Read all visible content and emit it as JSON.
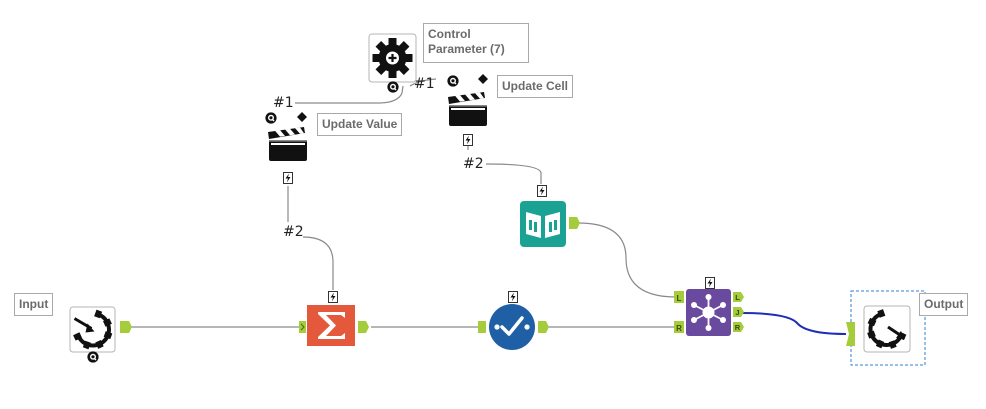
{
  "canvas": {
    "background": "#ffffff",
    "connection_color": "#8a8a8a",
    "selected_connection_color": "#1e2fb4",
    "anchor_color": "#a4cc3b"
  },
  "tools": {
    "input": {
      "label": "Input",
      "icon": "macro-input-icon",
      "badge": "Q"
    },
    "control_parameter": {
      "label": "Control Parameter (7)",
      "label_lines": [
        "Control",
        "Parameter (7)"
      ],
      "icon": "gear-icon",
      "badge": "Q"
    },
    "update_value": {
      "label": "Update Value",
      "icon": "clapperboard-icon"
    },
    "update_cell": {
      "label": "Update Cell",
      "icon": "clapperboard-icon"
    },
    "summarize": {
      "icon": "sigma-icon",
      "color": "#e4593c"
    },
    "test": {
      "icon": "checkmark-circle-icon",
      "color": "#1f5fa5"
    },
    "text_input": {
      "icon": "open-book-icon",
      "color": "#1aa394"
    },
    "join": {
      "icon": "join-network-icon",
      "color": "#6a4a9e",
      "left_anchor": "L",
      "right_anchor": "R",
      "outputs": [
        "L",
        "J",
        "R"
      ]
    },
    "output": {
      "label": "Output",
      "icon": "macro-output-icon"
    }
  },
  "connections": {
    "update_value_in": "#1",
    "update_cell_in": "#1",
    "update_value_out": "#2",
    "update_cell_out": "#2"
  }
}
